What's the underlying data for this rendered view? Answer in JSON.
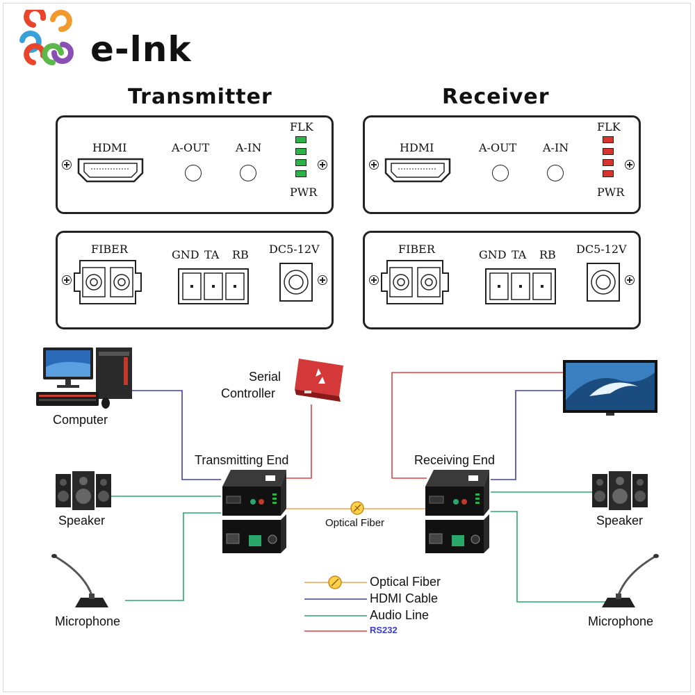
{
  "brand": {
    "name": "e-lnk"
  },
  "transmitter": {
    "title": "Transmitter",
    "front": {
      "hdmi": "HDMI",
      "aout": "A-OUT",
      "ain": "A-IN",
      "flk": "FLK",
      "pwr": "PWR",
      "led_color": "#2db24a"
    },
    "rear": {
      "fiber": "FIBER",
      "gnd": "GND",
      "ta": "TA",
      "rb": "RB",
      "dc": "DC5-12V"
    }
  },
  "receiver": {
    "title": "Receiver",
    "front": {
      "hdmi": "HDMI",
      "aout": "A-OUT",
      "ain": "A-IN",
      "flk": "FLK",
      "pwr": "PWR",
      "led_color": "#d9342b"
    },
    "rear": {
      "fiber": "FIBER",
      "gnd": "GND",
      "ta": "TA",
      "rb": "RB",
      "dc": "DC5-12V"
    }
  },
  "diagram": {
    "computer": "Computer",
    "serial_controller_line1": "Serial",
    "serial_controller_line2": "Controller",
    "transmitting_end": "Transmitting End",
    "receiving_end": "Receiving End",
    "speaker_left": "Speaker",
    "speaker_right": "Speaker",
    "microphone_left": "Microphone",
    "microphone_right": "Microphone",
    "optical_fiber_label": "Optical Fiber"
  },
  "legend": {
    "items": [
      {
        "label": "Optical Fiber",
        "color": "#f0a04b"
      },
      {
        "label": "HDMI Cable",
        "color": "#3b3bb8"
      },
      {
        "label": "Audio Line",
        "color": "#2aa86a"
      },
      {
        "label": "RS232",
        "color": "#e04040"
      }
    ]
  },
  "colors": {
    "fiber": "#f0a04b",
    "hdmi": "#3b3bb8",
    "audio": "#2aa86a",
    "rs232": "#e04040"
  }
}
